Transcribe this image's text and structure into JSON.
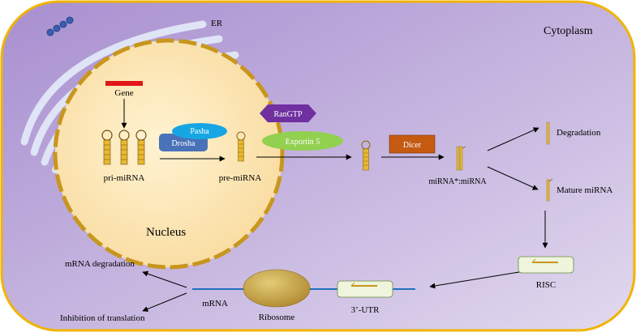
{
  "labels": {
    "er": "ER",
    "cytoplasm": "Cytoplasm",
    "nucleus": "Nucleus",
    "gene": "Gene",
    "pri_mirna": "pri-miRNA",
    "pre_mirna": "pre-miRNA",
    "pasha": "Pasha",
    "drosha": "Drosha",
    "rangtp": "RanGTP",
    "exportin5": "Exportin 5",
    "dicer": "Dicer",
    "duplex": "miRNA*:miRNA",
    "degradation": "Degradation",
    "mature_mirna": "Mature miRNA",
    "risc": "RISC",
    "three_utr": "3’-UTR",
    "mrna": "mRNA",
    "ribosome": "Ribosome",
    "mrna_degradation": "mRNA degradation",
    "inhibition": "Inhibition of translation"
  },
  "colors": {
    "cell_fill": "#c2b0dc",
    "cell_border": "#f0b400",
    "nucleus_fill": "#fbe6b4",
    "nucleus_border": "#c8961e",
    "er": "#dfe4f6",
    "gene": "#e01616",
    "pasha": "#16a6e4",
    "drosha": "#4a72b8",
    "rangtp": "#7030a0",
    "exportin": "#92d050",
    "dicer": "#c55a11",
    "hairpin": "#e8b830",
    "risc_fill": "#eef5dc",
    "ribosome": "#c8a640",
    "mrna_line": "#1f6fc0"
  }
}
